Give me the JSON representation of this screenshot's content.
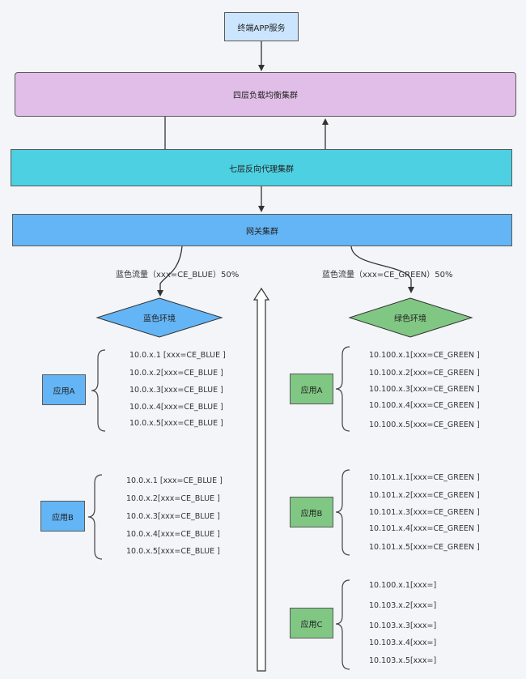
{
  "nodes": {
    "terminal": "终端APP服务",
    "l4": "四层负载均衡集群",
    "l7": "七层反向代理集群",
    "gateway": "网关集群"
  },
  "traffic": {
    "blue": "蓝色流量（xxx=CE_BLUE）50%",
    "green": "蓝色流量（xxx=CE_GREEN）50%"
  },
  "envs": {
    "blue": "蓝色环境",
    "green": "绿色环境"
  },
  "apps": {
    "blue_a": {
      "label": "应用A",
      "ips": [
        "10.0.x.1 [xxx=CE_BLUE ]",
        "10.0.x.2[xxx=CE_BLUE ]",
        "10.0.x.3[xxx=CE_BLUE ]",
        "10.0.x.4[xxx=CE_BLUE ]",
        "10.0.x.5[xxx=CE_BLUE ]"
      ]
    },
    "blue_b": {
      "label": "应用B",
      "ips": [
        "10.0.x.1 [xxx=CE_BLUE ]",
        "10.0.x.2[xxx=CE_BLUE ]",
        "10.0.x.3[xxx=CE_BLUE ]",
        "10.0.x.4[xxx=CE_BLUE ]",
        "10.0.x.5[xxx=CE_BLUE ]"
      ]
    },
    "green_a": {
      "label": "应用A",
      "ips": [
        "10.100.x.1[xxx=CE_GREEN ]",
        "10.100.x.2[xxx=CE_GREEN ]",
        "10.100.x.3[xxx=CE_GREEN ]",
        "10.100.x.4[xxx=CE_GREEN ]",
        "10.100.x.5[xxx=CE_GREEN ]"
      ]
    },
    "green_b": {
      "label": "应用B",
      "ips": [
        "10.101.x.1[xxx=CE_GREEN ]",
        "10.101.x.2[xxx=CE_GREEN ]",
        "10.101.x.3[xxx=CE_GREEN ]",
        "10.101.x.4[xxx=CE_GREEN ]",
        "10.101.x.5[xxx=CE_GREEN ]"
      ]
    },
    "green_c": {
      "label": "应用C",
      "ips": [
        "10.100.x.1[xxx=]",
        "10.103.x.2[xxx=]",
        "10.103.x.3[xxx=]",
        "10.103.x.4[xxx=]",
        "10.103.x.5[xxx=]"
      ]
    }
  },
  "colors": {
    "terminal": "#cce5ff",
    "l4": "#e1bee7",
    "l7": "#4dd0e1",
    "gateway": "#64b5f6",
    "blue_app": "#64b5f6",
    "green_app": "#81c784"
  }
}
